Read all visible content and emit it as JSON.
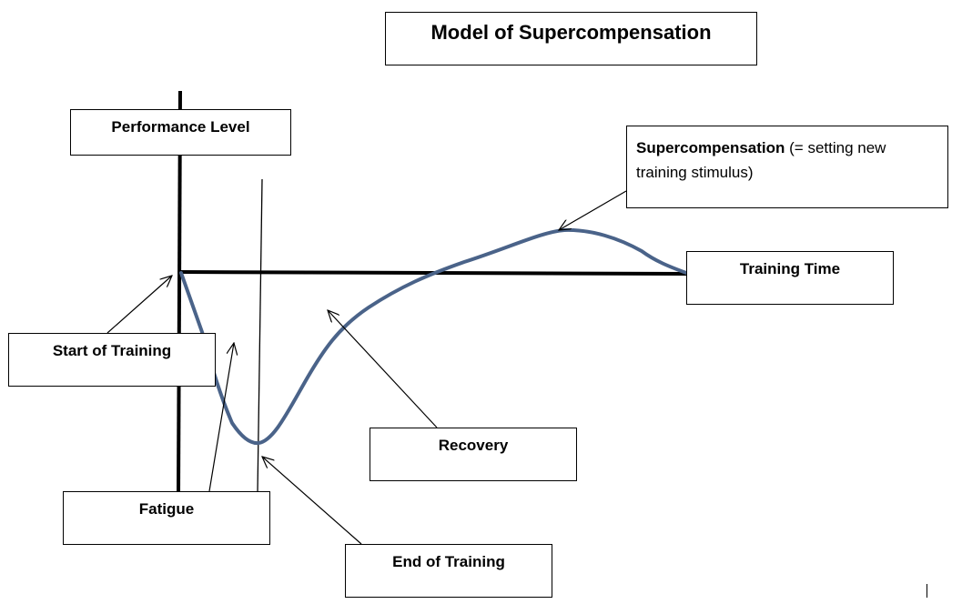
{
  "title": "Model of Supercompensation",
  "labels": {
    "performance_level": "Performance Level",
    "start_of_training": "Start of Training",
    "fatigue": "Fatigue",
    "end_of_training": "End of Training",
    "recovery": "Recovery",
    "training_time": "Training Time",
    "supercompensation_bold": "Supercompensation",
    "supercompensation_note": " (= setting new training stimulus)"
  },
  "colors": {
    "curve": "#4a6389",
    "axes": "#000000",
    "box_border": "#000000",
    "background": "#ffffff"
  }
}
